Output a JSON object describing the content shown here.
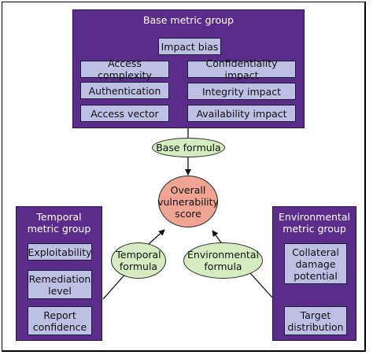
{
  "base_group": {
    "title": "Base metric group",
    "impact_bias": "Impact bias",
    "left_metrics": [
      "Access complexity",
      "Authentication",
      "Access vector"
    ],
    "right_metrics": [
      "Confidentiality impact",
      "Integrity impact",
      "Availability impact"
    ]
  },
  "base_formula": "Base formula",
  "overall_score": "Overall\nvulnerability\nscore",
  "temporal_group": {
    "title": "Temporal\nmetric group",
    "metrics": [
      "Exploitability",
      "Remediation\nlevel",
      "Report\nconfidence"
    ]
  },
  "temporal_formula": "Temporal\nformula",
  "environmental_group": {
    "title": "Environmental\nmetric group",
    "metrics": [
      "Collateral\ndamage\npotential",
      "Target\ndistribution"
    ]
  },
  "environmental_formula": "Environmental\nformula",
  "colors": {
    "group_fill": "#5b2d8b",
    "metric_fill": "#bdbfe3",
    "formula_fill": "#d5ecc0",
    "score_fill": "#f0a592"
  }
}
